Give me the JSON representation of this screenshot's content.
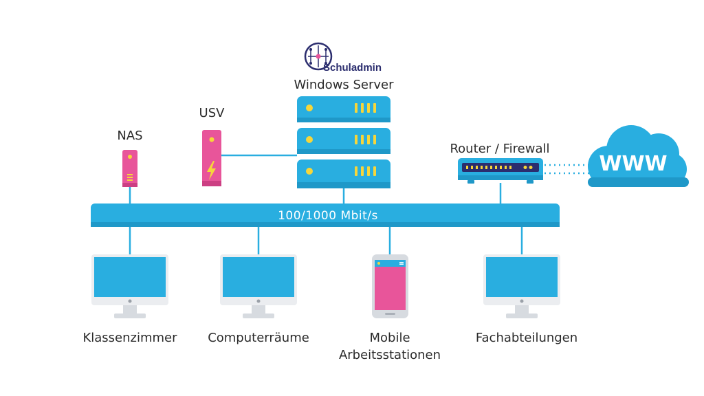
{
  "logo": {
    "text": "Schuladmin",
    "icon": "circuit-logo-icon",
    "color": "#2b2d6e"
  },
  "server": {
    "label": "Windows Server",
    "icon": "server-stack-icon"
  },
  "ups": {
    "label": "USV",
    "icon": "ups-icon"
  },
  "nas": {
    "label": "NAS",
    "icon": "nas-icon"
  },
  "router": {
    "label": "Router / Firewall",
    "icon": "router-icon"
  },
  "internet": {
    "label": "WWW",
    "icon": "cloud-icon"
  },
  "bus": {
    "label": "100/1000 Mbit/s"
  },
  "clients": [
    {
      "label": "Klassenzimmer",
      "icon": "monitor-icon"
    },
    {
      "label": "Computerräume",
      "icon": "monitor-icon"
    },
    {
      "label_line1": "Mobile",
      "label_line2": "Arbeitsstationen",
      "icon": "tablet-icon"
    },
    {
      "label": "Fachabteilungen",
      "icon": "monitor-icon"
    }
  ],
  "colors": {
    "network_blue": "#29aee0",
    "device_pink": "#e8559a",
    "accent_yellow": "#f6d63a",
    "monitor_stand": "#d7dbe0"
  }
}
